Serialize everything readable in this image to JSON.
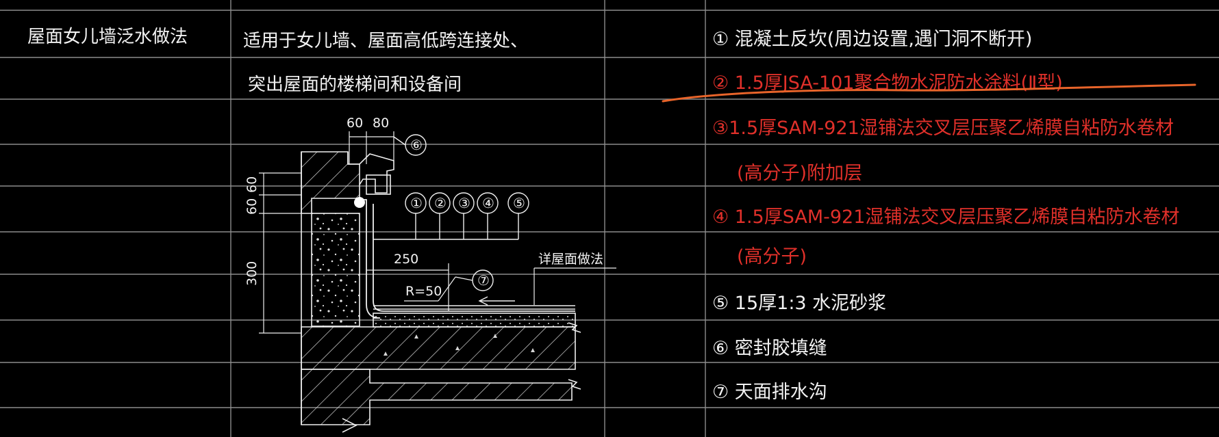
{
  "colors": {
    "background": "#000000",
    "grid_line": "#8c8c8c",
    "drawing_line": "#f0f0f0",
    "note_white": "#f2f2f2",
    "note_red": "#e0302a",
    "markup_orange": "#e8642a"
  },
  "table": {
    "title_cell": "屋面女儿墙泛水做法",
    "scope_line_1": "适用于女儿墙、屋面高低跨连接处、",
    "scope_line_2": "突出屋面的楼梯间和设备间"
  },
  "drawing": {
    "dim_top_60": "60",
    "dim_top_80": "80",
    "dim_left_60a": "60",
    "dim_left_60b": "60",
    "dim_left_300": "300",
    "dim_250": "250",
    "radius_label": "R=50",
    "roof_label": "详屋面做法",
    "callouts": [
      "①",
      "②",
      "③",
      "④",
      "⑤",
      "⑥",
      "⑦"
    ]
  },
  "notes": [
    {
      "text": "① 混凝土反坎(周边设置,遇门洞不断开)",
      "color": "white"
    },
    {
      "text": "② 1.5厚JSA-101聚合物水泥防水涂料(Ⅱ型)",
      "color": "red"
    },
    {
      "text": "③1.5厚SAM-921湿铺法交叉层压聚乙烯膜自粘防水卷材",
      "color": "red"
    },
    {
      "text": "(高分子)附加层",
      "color": "red"
    },
    {
      "text": "④ 1.5厚SAM-921湿铺法交叉层压聚乙烯膜自粘防水卷材",
      "color": "red"
    },
    {
      "text": "(高分子)",
      "color": "red"
    },
    {
      "text": "⑤ 15厚1:3 水泥砂浆",
      "color": "white"
    },
    {
      "text": "⑥ 密封胶填缝",
      "color": "white"
    },
    {
      "text": "⑦ 天面排水沟",
      "color": "white"
    }
  ]
}
